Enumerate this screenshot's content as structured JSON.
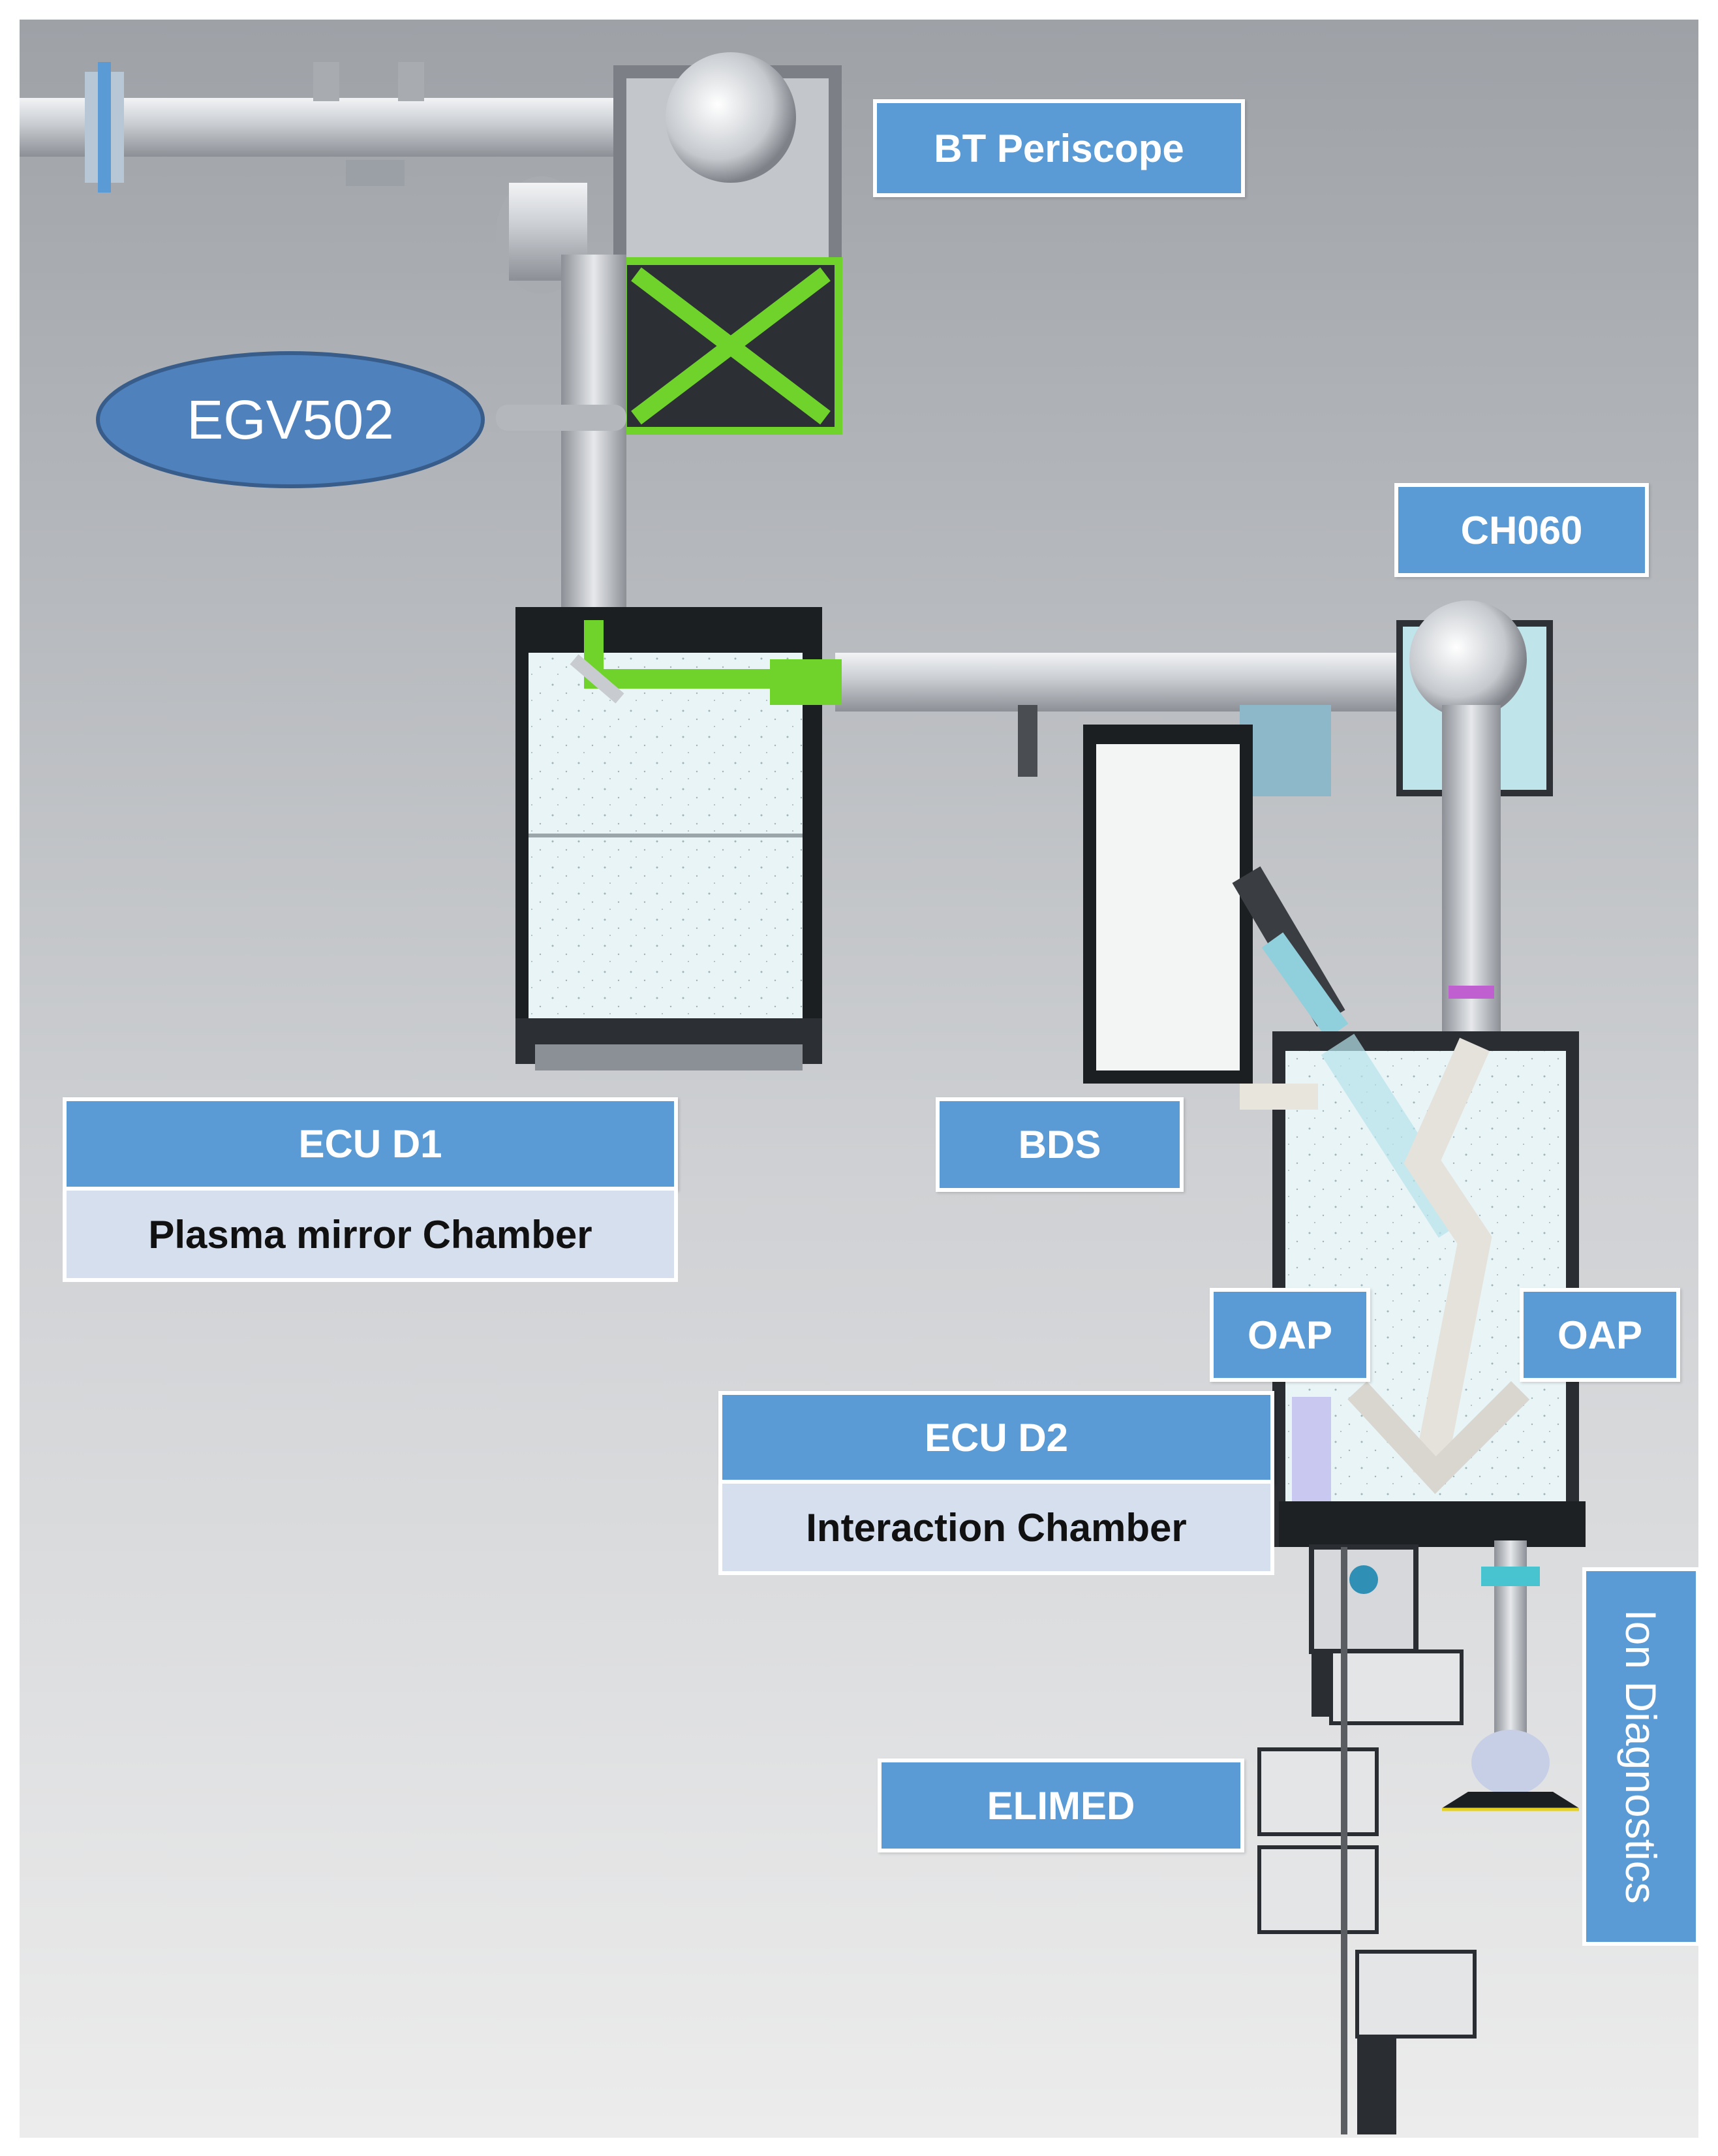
{
  "labels": {
    "bt_periscope": "BT Periscope",
    "egv502": "EGV502",
    "ch060": "CH060",
    "ecu_d1": "ECU D1",
    "plasma_mirror_chamber": "Plasma mirror Chamber",
    "bds": "BDS",
    "oap_left": "OAP",
    "oap_right": "OAP",
    "ecu_d2": "ECU D2",
    "interaction_chamber": "Interaction Chamber",
    "elimed": "ELIMED",
    "ion_diagnostics": "Ion Diagnostics"
  },
  "colors": {
    "label_fill": "#5b9bd5",
    "sublabel_fill": "#d6dfee",
    "ellipse_fill": "#4f81bd",
    "pipe": "#c9cdd2",
    "frame_green": "#6fd32c",
    "chamber_fill": "#e6f2f5",
    "background_top": "#9ea2a7",
    "background_bottom": "#ececec"
  }
}
